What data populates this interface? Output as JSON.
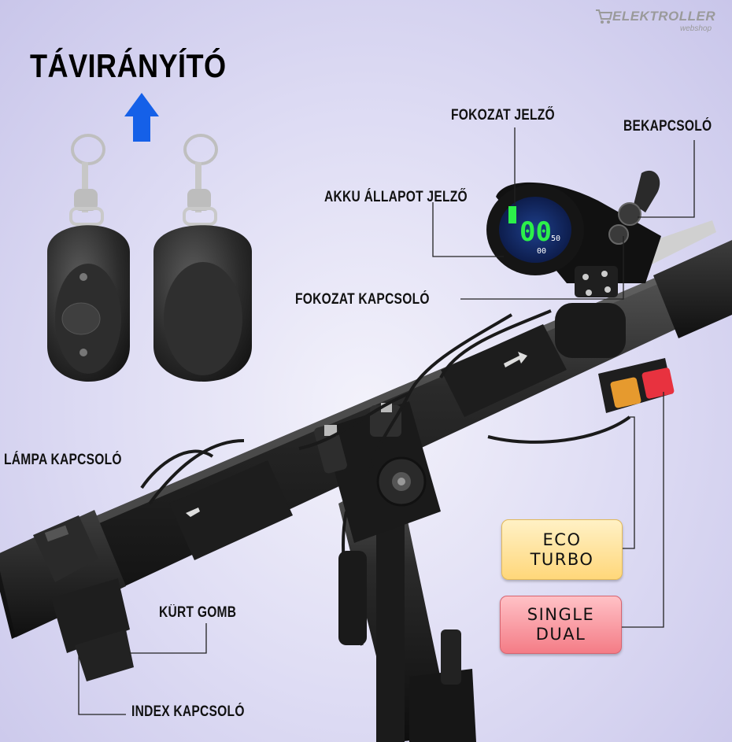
{
  "title": "TÁVIRÁNYÍTÓ",
  "logo": {
    "name": "ELEKTROLLER",
    "sub": "webshop"
  },
  "labels": {
    "fokozat_jelzo": "FOKOZAT JELZŐ",
    "bekapcsolo": "BEKAPCSOLÓ",
    "akku": "AKKU ÁLLAPOT JELZŐ",
    "fokozat_kapcsolo": "FOKOZAT KAPCSOLÓ",
    "lampa": "LÁMPA KAPCSOLÓ",
    "kurt": "KÜRT GOMB",
    "index": "INDEX KAPCSOLÓ"
  },
  "modes": {
    "eco": {
      "line1": "ECO",
      "line2": "TURBO"
    },
    "single": {
      "line1": "SINGLE",
      "line2": "DUAL"
    }
  },
  "display": {
    "speed": "00",
    "small_left": "00",
    "small_right": "50"
  },
  "switch_buttons": {
    "eco": "ECO TURBO",
    "single": "SINGLE DUAL"
  },
  "colors": {
    "arrow": "#1560e8",
    "eco": "#ffd77a",
    "single": "#f47c86",
    "screen": "#2cf04a"
  }
}
